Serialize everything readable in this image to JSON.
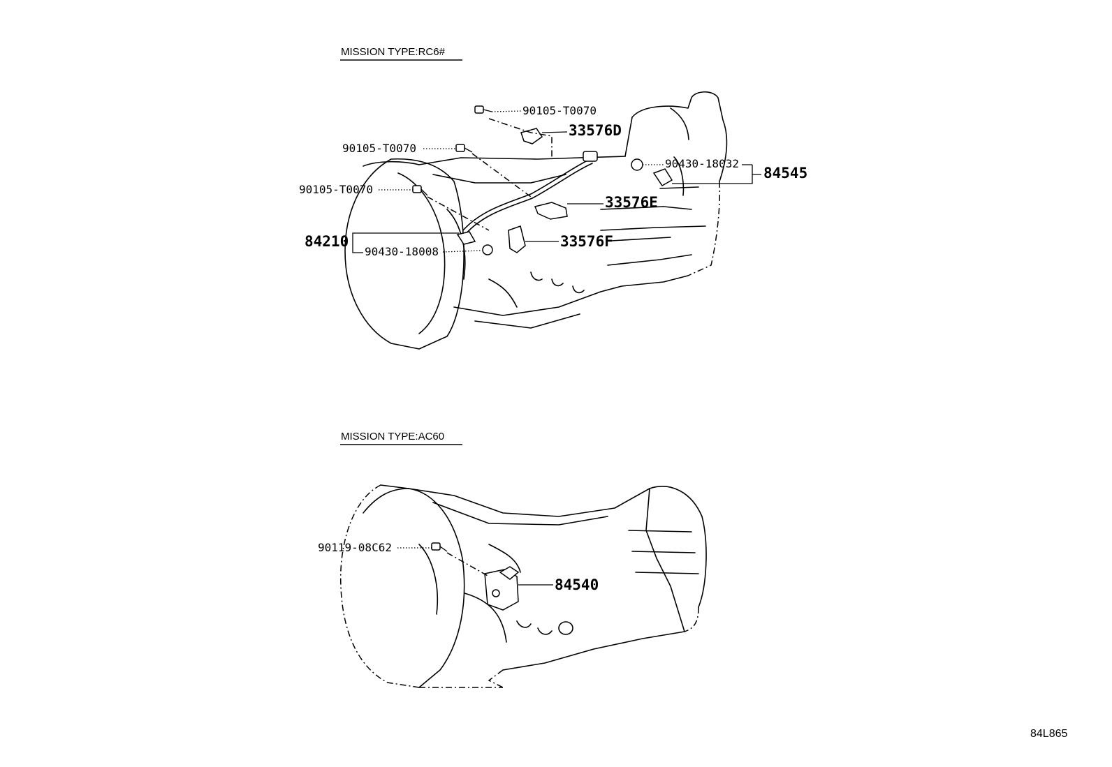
{
  "sections": {
    "rc6": {
      "title": "MISSION TYPE:RC6#"
    },
    "ac60": {
      "title": "MISSION TYPE:AC60"
    }
  },
  "parts": {
    "p90105_top": "90105-T0070",
    "p33576D": "33576D",
    "p90105_mid": "90105-T0070",
    "p90430_18032": "90430-18032",
    "p84545": "84545",
    "p90105_left": "90105-T0070",
    "p33576E": "33576E",
    "p84210": "84210",
    "p33576F": "33576F",
    "p90430_18008": "90430-18008",
    "p90119": "90119-08C62",
    "p84540": "84540"
  },
  "reference": "84L865"
}
